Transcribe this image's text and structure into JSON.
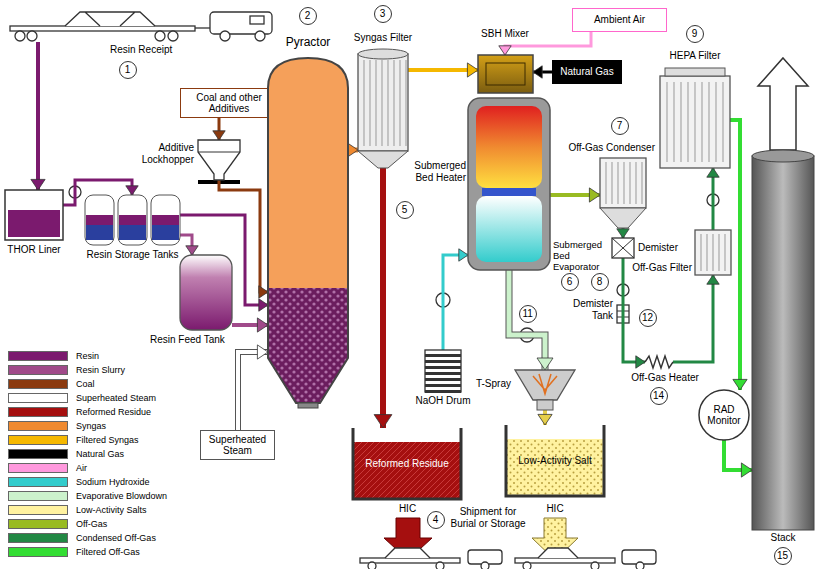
{
  "diagram": {
    "nodes": [
      {
        "text": [
          "Resin Receipt"
        ]
      },
      {
        "text": [
          "Coal and other Additives"
        ]
      },
      {
        "text": [
          "Pyractor"
        ]
      },
      {
        "text": [
          "Syngas Filter"
        ]
      },
      {
        "text": [
          "Ambient Air"
        ]
      },
      {
        "text": [
          "SBH Mixer"
        ]
      },
      {
        "text": [
          "Natural Gas"
        ]
      },
      {
        "text": [
          "HEPA Filter"
        ]
      },
      {
        "text": [
          "Off-Gas Condenser"
        ]
      },
      {
        "text": [
          "THOR Liner"
        ]
      },
      {
        "text": [
          "Resin Storage Tanks"
        ]
      },
      {
        "text": [
          "Additive Lockhopper"
        ]
      },
      {
        "text": [
          "Submerged Bed Heater",
          "Submerged Bed Evaporator"
        ]
      },
      {
        "text": [
          "Resin Feed Tank"
        ]
      },
      {
        "text": [
          "Demister"
        ]
      },
      {
        "text": [
          "Off-Gas Filter"
        ]
      },
      {
        "text": [
          "NaOH Drum"
        ]
      },
      {
        "text": [
          "T-Spray"
        ]
      },
      {
        "text": [
          "Off-Gas Heater"
        ]
      },
      {
        "text": [
          "RAD Monitor"
        ]
      },
      {
        "text": [
          "Superheated Steam"
        ]
      },
      {
        "text": [
          "Reformed Residue"
        ]
      },
      {
        "text": [
          "Low-Activity Salt"
        ]
      },
      {
        "text": [
          "Stack"
        ]
      }
    ],
    "edges": [
      {
        "from": 0,
        "to": 9,
        "arrow": "to"
      },
      {
        "from": 9,
        "to": 10,
        "arrow": "to"
      },
      {
        "from": 10,
        "to": 13,
        "arrow": "to"
      },
      {
        "from": 10,
        "to": 2,
        "arrow": "to"
      },
      {
        "from": 13,
        "to": 2,
        "arrow": "to"
      },
      {
        "from": 1,
        "to": 11,
        "arrow": "to"
      },
      {
        "from": 11,
        "to": 2,
        "arrow": "to"
      },
      {
        "from": 20,
        "to": 2,
        "arrow": "to"
      },
      {
        "from": 2,
        "to": 3,
        "arrow": "to"
      },
      {
        "from": 3,
        "to": 21,
        "arrow": "to"
      },
      {
        "from": 3,
        "to": 5,
        "arrow": "to"
      },
      {
        "from": 4,
        "to": 5,
        "arrow": "to"
      },
      {
        "from": 6,
        "to": 5,
        "arrow": "to"
      },
      {
        "from": 12,
        "to": 8,
        "arrow": "to"
      },
      {
        "from": 16,
        "to": 12,
        "arrow": "to"
      },
      {
        "from": 12,
        "to": 17,
        "arrow": "to"
      },
      {
        "from": 17,
        "to": 22,
        "arrow": "to"
      },
      {
        "from": 8,
        "to": 14,
        "arrow": "to"
      },
      {
        "from": 14,
        "to": 18,
        "arrow": "to"
      },
      {
        "from": 18,
        "to": 15,
        "arrow": "to"
      },
      {
        "from": 15,
        "to": 7,
        "arrow": "to"
      },
      {
        "from": 7,
        "to": 19,
        "arrow": "to"
      },
      {
        "from": 19,
        "to": 23,
        "arrow": "to"
      }
    ],
    "labels": [
      "1",
      "2",
      "3",
      "9",
      "7",
      "5",
      "6",
      "8",
      "11",
      "Demister Tank",
      "12",
      "14",
      "HIC",
      "4",
      "Shipment for Burial or Storage",
      "HIC",
      "15"
    ],
    "legend": [
      {
        "text": "Resin",
        "color": "#7b1a6e"
      },
      {
        "text": "Resin Slurry",
        "color": "#a04a8a"
      },
      {
        "text": "Coal",
        "color": "#8b3a0f"
      },
      {
        "text": "Superheated Steam",
        "color": "#ffffff"
      },
      {
        "text": "Reformed Residue",
        "color": "#a50f0f"
      },
      {
        "text": "Syngas",
        "color": "#f08a30"
      },
      {
        "text": "Filtered Syngas",
        "color": "#f5b800"
      },
      {
        "text": "Natural Gas",
        "color": "#000000"
      },
      {
        "text": "Air",
        "color": "#ff99dd"
      },
      {
        "text": "Sodium Hydroxide",
        "color": "#33cccc"
      },
      {
        "text": "Evaporative Blowdown",
        "color": "#ccf2cc"
      },
      {
        "text": "Low-Activity Salts",
        "color": "#fff2a0"
      },
      {
        "text": "Off-Gas",
        "color": "#99bb22"
      },
      {
        "text": "Condensed Off-Gas",
        "color": "#228844"
      },
      {
        "text": "Filtered Off-Gas",
        "color": "#33dd33"
      }
    ]
  }
}
